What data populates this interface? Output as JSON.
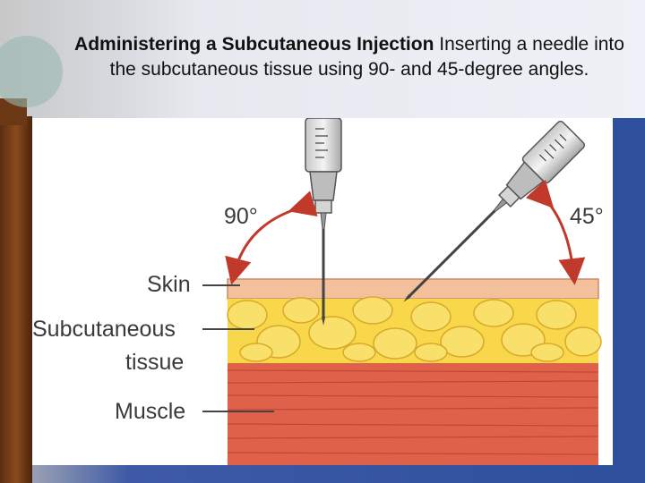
{
  "caption": {
    "bold": "Administering a Subcutaneous Injection",
    "text": "Inserting a needle into the subcutaneous tissue using 90- and 45-degree angles."
  },
  "diagram": {
    "angle_left": "90°",
    "angle_right": "45°",
    "label_skin": "Skin",
    "label_subq_1": "Subcutaneous",
    "label_subq_2": "tissue",
    "label_muscle": "Muscle"
  },
  "colors": {
    "slide_background": "#2d4f9c",
    "skin": "#f2c09a",
    "subcutaneous_fat": "#f8d84a",
    "muscle": "#e0614a",
    "angle_arrow": "#c0392b"
  }
}
